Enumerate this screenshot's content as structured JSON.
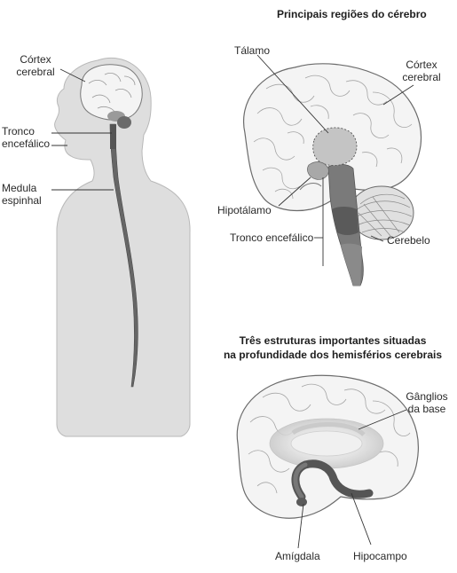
{
  "body_figure": {
    "labels": {
      "cortex": [
        "Córtex",
        "cerebral"
      ],
      "brainstem": [
        "Tronco",
        "encefálico"
      ],
      "spinal_cord": [
        "Medula",
        "espinhal"
      ]
    }
  },
  "brain_regions": {
    "title": "Principais regiões do cérebro",
    "labels": {
      "thalamus": "Tálamo",
      "cortex": [
        "Córtex",
        "cerebral"
      ],
      "hypothalamus": "Hipotálamo",
      "brainstem": "Tronco encefálico",
      "cerebellum": "Cerebelo"
    }
  },
  "deep_structures": {
    "title": [
      "Três estruturas importantes situadas",
      "na profundidade dos hemisférios cerebrais"
    ],
    "labels": {
      "basal_ganglia": [
        "Gânglios",
        "da base"
      ],
      "amygdala": "Amígdala",
      "hippocampus": "Hipocampo"
    }
  },
  "colors": {
    "body_fill": "#dedede",
    "brain_fill": "#f4f4f4",
    "stem_dark": "#555555",
    "stem_mid": "#7a7a7a",
    "thalamus": "#bdbdbd",
    "outline": "#6b6b6b",
    "leader": "#333333"
  }
}
